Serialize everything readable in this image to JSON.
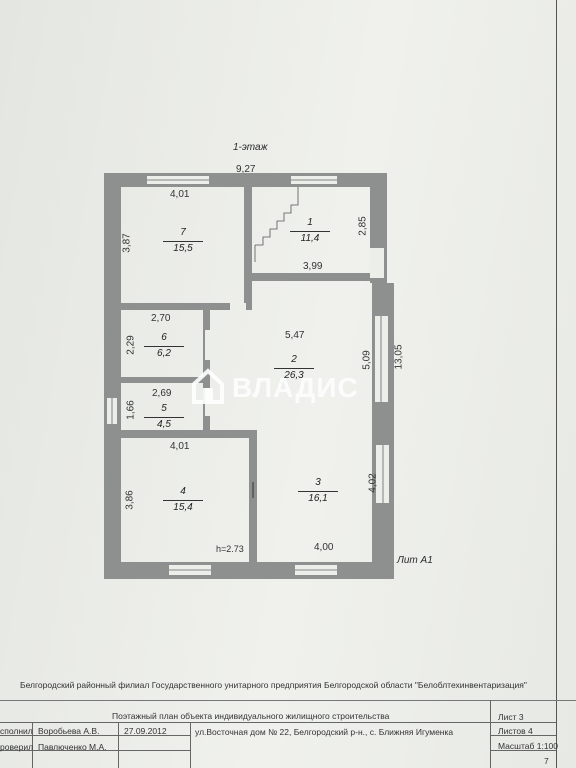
{
  "plan": {
    "floor_label": "1-этаж",
    "overall_width": "9,27",
    "overall_height": "13,05",
    "lit_label": "Лит А1",
    "ceiling_height": "h=2.73"
  },
  "rooms": [
    {
      "num": "1",
      "area": "11,4"
    },
    {
      "num": "2",
      "area": "26,3"
    },
    {
      "num": "3",
      "area": "16,1"
    },
    {
      "num": "4",
      "area": "15,4"
    },
    {
      "num": "5",
      "area": "4,5"
    },
    {
      "num": "6",
      "area": "6,2"
    },
    {
      "num": "7",
      "area": "15,5"
    }
  ],
  "dims": {
    "r7_w": "4,01",
    "r7_h": "3,87",
    "r1_w": "3,99",
    "r1_h": "2,85",
    "r6_w": "2,70",
    "r6_h": "2,29",
    "r5_w": "2,69",
    "r5_h": "1,66",
    "r2_w": "5,47",
    "r2_h": "5,09",
    "r4_w": "4,01",
    "r4_h": "3,86",
    "r3_w": "4,00",
    "r3_h": "4,02"
  },
  "watermark": "ВЛАДИС",
  "footer": {
    "org": "Белгородский районный филиал Государственного унитарного предприятия Белгородской области \"Белоблтехинвентаризация\"",
    "title": "Поэтажный план объекта индивидуального жилищного строительства",
    "address": "ул.Восточная дом № 22, Белгородский р-н., с. Ближняя Игуменка",
    "executed_label": "сполнил",
    "checked_label": "роверил",
    "executor": "Воробьева А.В.",
    "checker": "Павлюченко М.А.",
    "date": "27.09.2012",
    "sheet": "Лист 3",
    "sheets": "Листов 4",
    "scale": "Масштаб 1:100",
    "page_num": "7"
  },
  "colors": {
    "wall": "#8c8e8d",
    "paper": "#eceee9"
  }
}
